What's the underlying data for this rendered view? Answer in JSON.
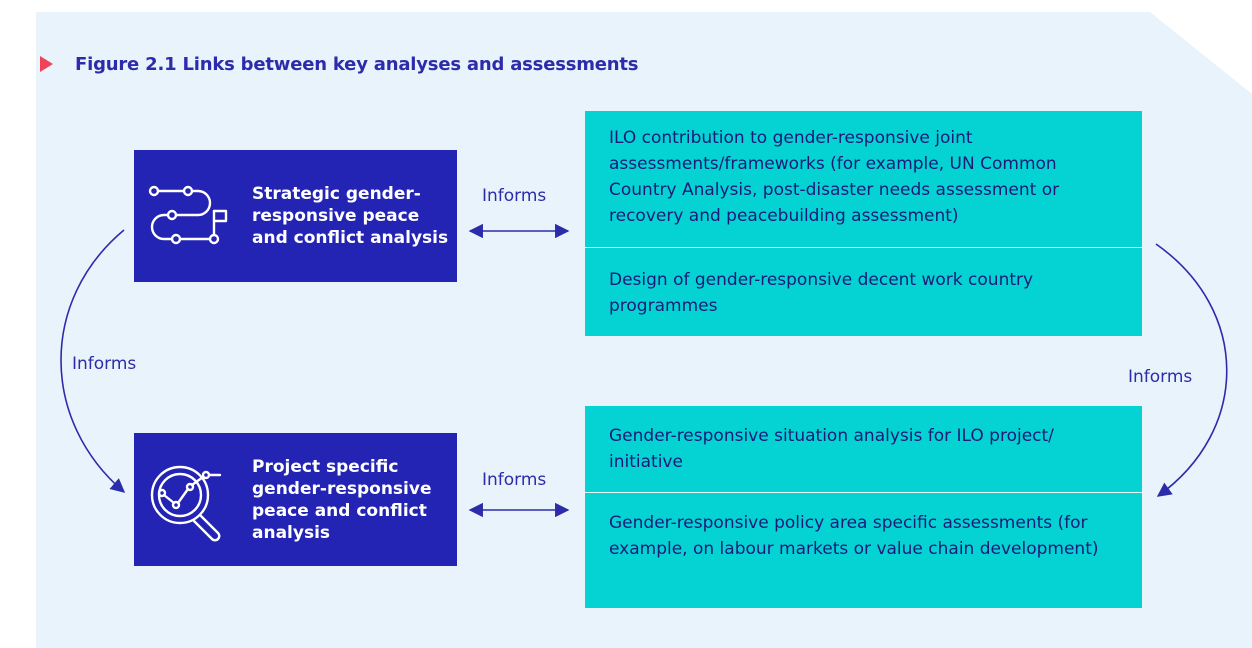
{
  "figure": {
    "title": "Figure 2.1 Links between key analyses and assessments",
    "colors": {
      "panel_background": "#e9f3fb",
      "title_marker": "#f0435a",
      "title_text": "#2c2cab",
      "dark_box": "#2323b4",
      "teal_box": "#05d3d3",
      "arrow": "#2c2cab"
    }
  },
  "boxes": {
    "strategic": {
      "label": "Strategic gender-responsive peace and conflict analysis",
      "icon": "roadmap-flag-icon"
    },
    "project": {
      "label": "Project specific gender-responsive peace and conflict analysis",
      "icon": "magnifier-chart-icon"
    },
    "top_right": {
      "items": [
        "ILO contribution to gender-responsive joint assessments/frameworks (for example, UN Common Country Analysis, post-disaster needs assessment or recovery and peacebuilding assessment)",
        "Design of gender-responsive decent work country programmes"
      ]
    },
    "bottom_right": {
      "items": [
        "Gender-responsive situation analysis for ILO project/ initiative",
        "Gender-responsive policy area specific assessments (for example, on labour markets or value chain development)"
      ]
    }
  },
  "connectors": {
    "top_horizontal": "Informs",
    "bottom_horizontal": "Informs",
    "left_curve": "Informs",
    "right_curve": "Informs"
  }
}
